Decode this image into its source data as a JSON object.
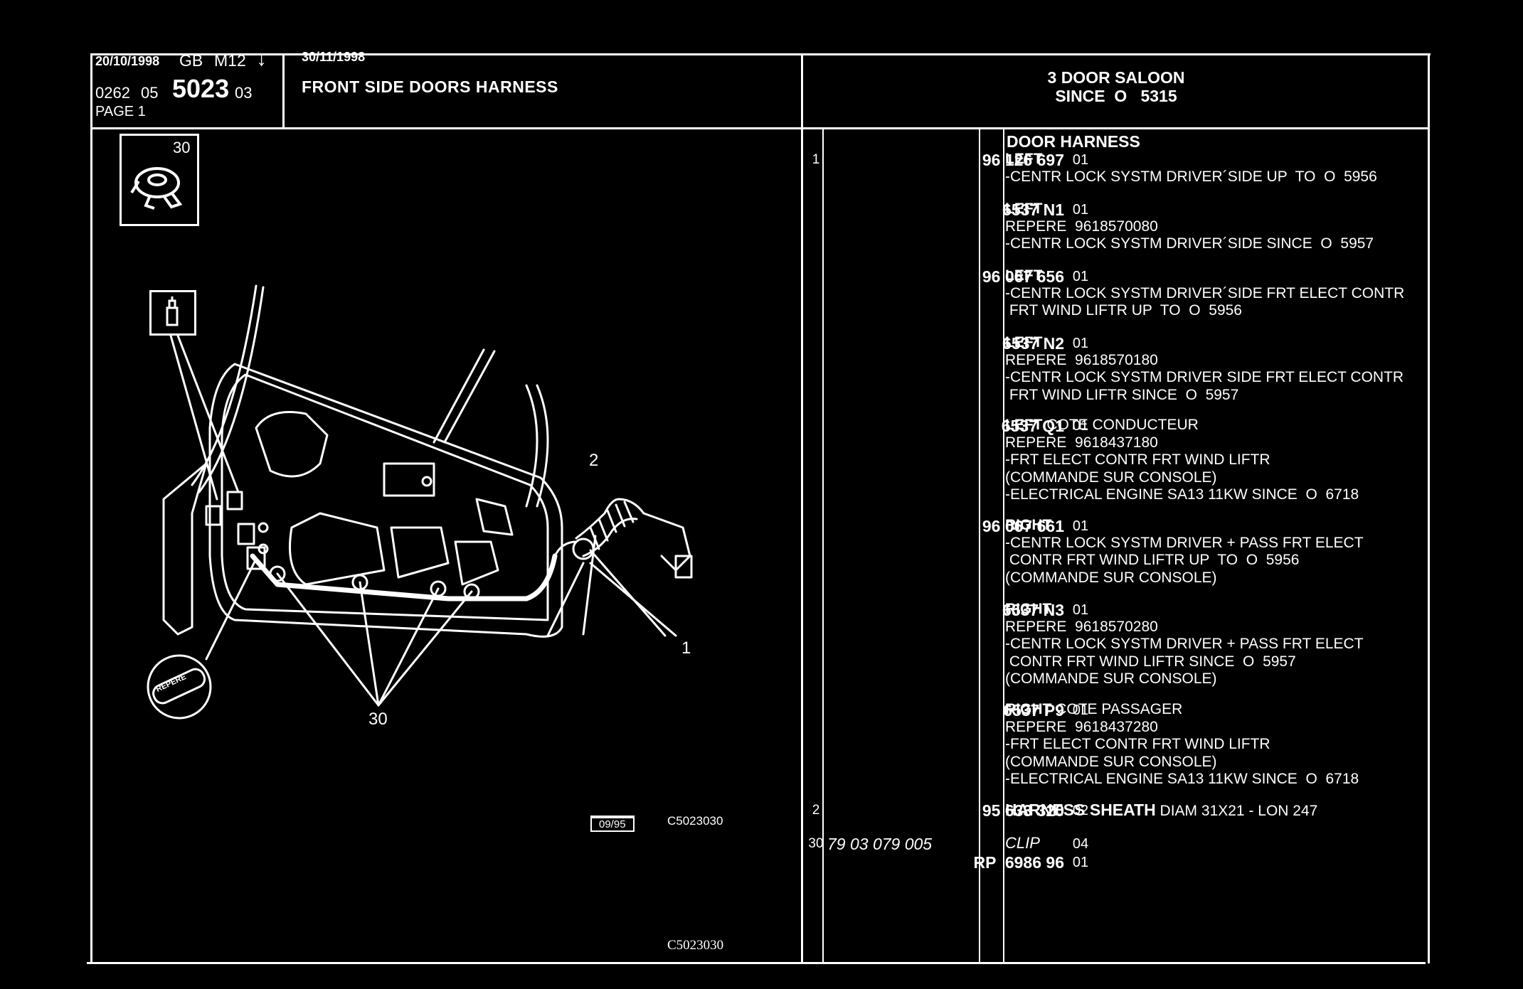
{
  "header": {
    "date_left": "20/10/1998",
    "market": "GB",
    "model": "M12",
    "arrow": "↓",
    "code_a": "0262",
    "code_b": "05",
    "code_main": "5023",
    "code_c": "03",
    "page": "PAGE  1",
    "date_right": "30/11/1998",
    "title": "FRONT SIDE DOORS HARNESS",
    "model_line1": "3 DOOR SALOON",
    "model_line2": "SINCE  O   5315"
  },
  "diagram": {
    "inset_number": "30",
    "callout_1": "1",
    "callout_2": "2",
    "callout_30": "30",
    "repere_label": "REPERE",
    "date_box": "09/95",
    "ref_code": "C5023030",
    "footer_code": "C5023030"
  },
  "parts": [
    {
      "ref": "1",
      "part": "96 126 697",
      "qty": "01",
      "italic": false,
      "title_bold": "LEFT",
      "title_rest": "",
      "lines": [
        "-CENTR LOCK SYSTM DRIVER´SIDE UP  TO  O  5956"
      ]
    },
    {
      "ref": "",
      "part": "6537 N1",
      "qty": "01",
      "italic": false,
      "title_bold": "LEFT",
      "title_rest": "",
      "lines": [
        "REPERE  9618570080",
        "-CENTR LOCK SYSTM DRIVER´SIDE SINCE  O  5957"
      ]
    },
    {
      "ref": "",
      "part": "96 067 656",
      "qty": "01",
      "italic": false,
      "title_bold": "LEFT",
      "title_rest": "",
      "lines": [
        "-CENTR LOCK SYSTM DRIVER´SIDE FRT ELECT CONTR",
        " FRT WIND LIFTR UP  TO  O  5956"
      ]
    },
    {
      "ref": "",
      "part": "6537 N2",
      "qty": "01",
      "italic": false,
      "title_bold": "LEFT",
      "title_rest": "",
      "lines": [
        "REPERE  9618570180",
        "-CENTR LOCK SYSTM DRIVER SIDE FRT ELECT CONTR",
        " FRT WIND LIFTR SINCE  O  5957"
      ]
    },
    {
      "ref": "",
      "part": "6537 Q1",
      "qty": "01",
      "italic": false,
      "title_bold": "LEFT",
      "title_rest": " COTE CONDUCTEUR",
      "lines": [
        "REPERE  9618437180",
        "-FRT ELECT CONTR FRT WIND LIFTR",
        "(COMMANDE SUR CONSOLE)",
        "-ELECTRICAL ENGINE SA13 11KW SINCE  O  6718"
      ]
    },
    {
      "ref": "",
      "part": "96 067 661",
      "qty": "01",
      "italic": false,
      "title_bold": "RIGHT",
      "title_rest": "",
      "lines": [
        "-CENTR LOCK SYSTM DRIVER + PASS FRT ELECT",
        " CONTR FRT WIND LIFTR UP  TO  O  5956",
        "(COMMANDE SUR CONSOLE)"
      ]
    },
    {
      "ref": "",
      "part": "6537 N3",
      "qty": "01",
      "italic": false,
      "title_bold": "RIGHT",
      "title_rest": "",
      "lines": [
        "REPERE  9618570280",
        "-CENTR LOCK SYSTM DRIVER + PASS FRT ELECT",
        " CONTR FRT WIND LIFTR SINCE  O  5957",
        "(COMMANDE SUR CONSOLE)"
      ]
    },
    {
      "ref": "",
      "part": "6537 P9",
      "qty": "01",
      "italic": false,
      "title_bold": "RIGHT",
      "title_rest": " COTE PASSAGER",
      "lines": [
        "REPERE  9618437280",
        "-FRT ELECT CONTR FRT WIND LIFTR",
        "(COMMANDE SUR CONSOLE)",
        "-ELECTRICAL ENGINE SA13 11KW SINCE  O  6718"
      ]
    },
    {
      "ref": "2",
      "part": "95 633 320",
      "qty": "02",
      "italic": false,
      "title_bold": "HARNESS SHEATH",
      "title_rest": " DIAM 31X21 - LON 247",
      "lines": []
    },
    {
      "ref": "30",
      "part": "79 03 079 005",
      "qty": "04",
      "italic": true,
      "title_bold": "",
      "title_rest": "CLIP",
      "lines": []
    },
    {
      "ref": "",
      "part": "RP  6986 96",
      "qty": "01",
      "italic": false,
      "title_bold": "",
      "title_rest": "",
      "lines": []
    }
  ],
  "section_title": "DOOR HARNESS"
}
